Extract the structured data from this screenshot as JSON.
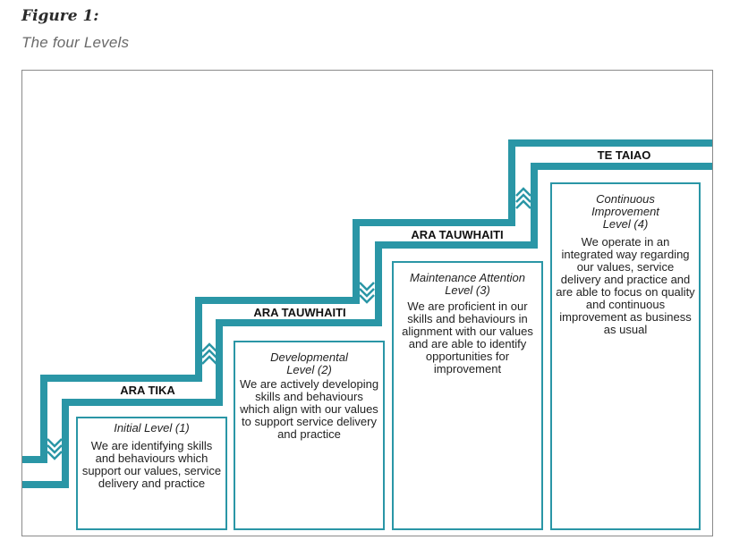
{
  "figure": {
    "number": "Figure 1:",
    "caption": "The four Levels"
  },
  "colors": {
    "teal": "#2a96a6",
    "border": "#2a96a6",
    "text": "#1a1a1a"
  },
  "step_labels": [
    "ARA TIKA",
    "ARA TAUWHAITI",
    "ARA TAUWHAITI",
    "TE TAIAO"
  ],
  "levels": [
    {
      "title": "Initial Level (1)",
      "description": "We are identifying skills and behaviours which support our values, service delivery and practice"
    },
    {
      "title": "Developmental Level (2)",
      "description": "We are actively developing skills and behaviours which align with our values to support service delivery and practice"
    },
    {
      "title": "Maintenance Attention Level (3)",
      "description": "We are proficient in our skills and behaviours in alignment with our values and are able to identify opportunities for improvement"
    },
    {
      "title": "Continuous Improvement Level (4)",
      "description": "We operate in an integrated way regarding our values, service delivery and practice and are able to focus on quality and continuous improvement as business as usual"
    }
  ],
  "icons": [
    "chevron-down-icon",
    "chevron-up-icon",
    "chevron-down-icon",
    "chevron-up-icon"
  ]
}
